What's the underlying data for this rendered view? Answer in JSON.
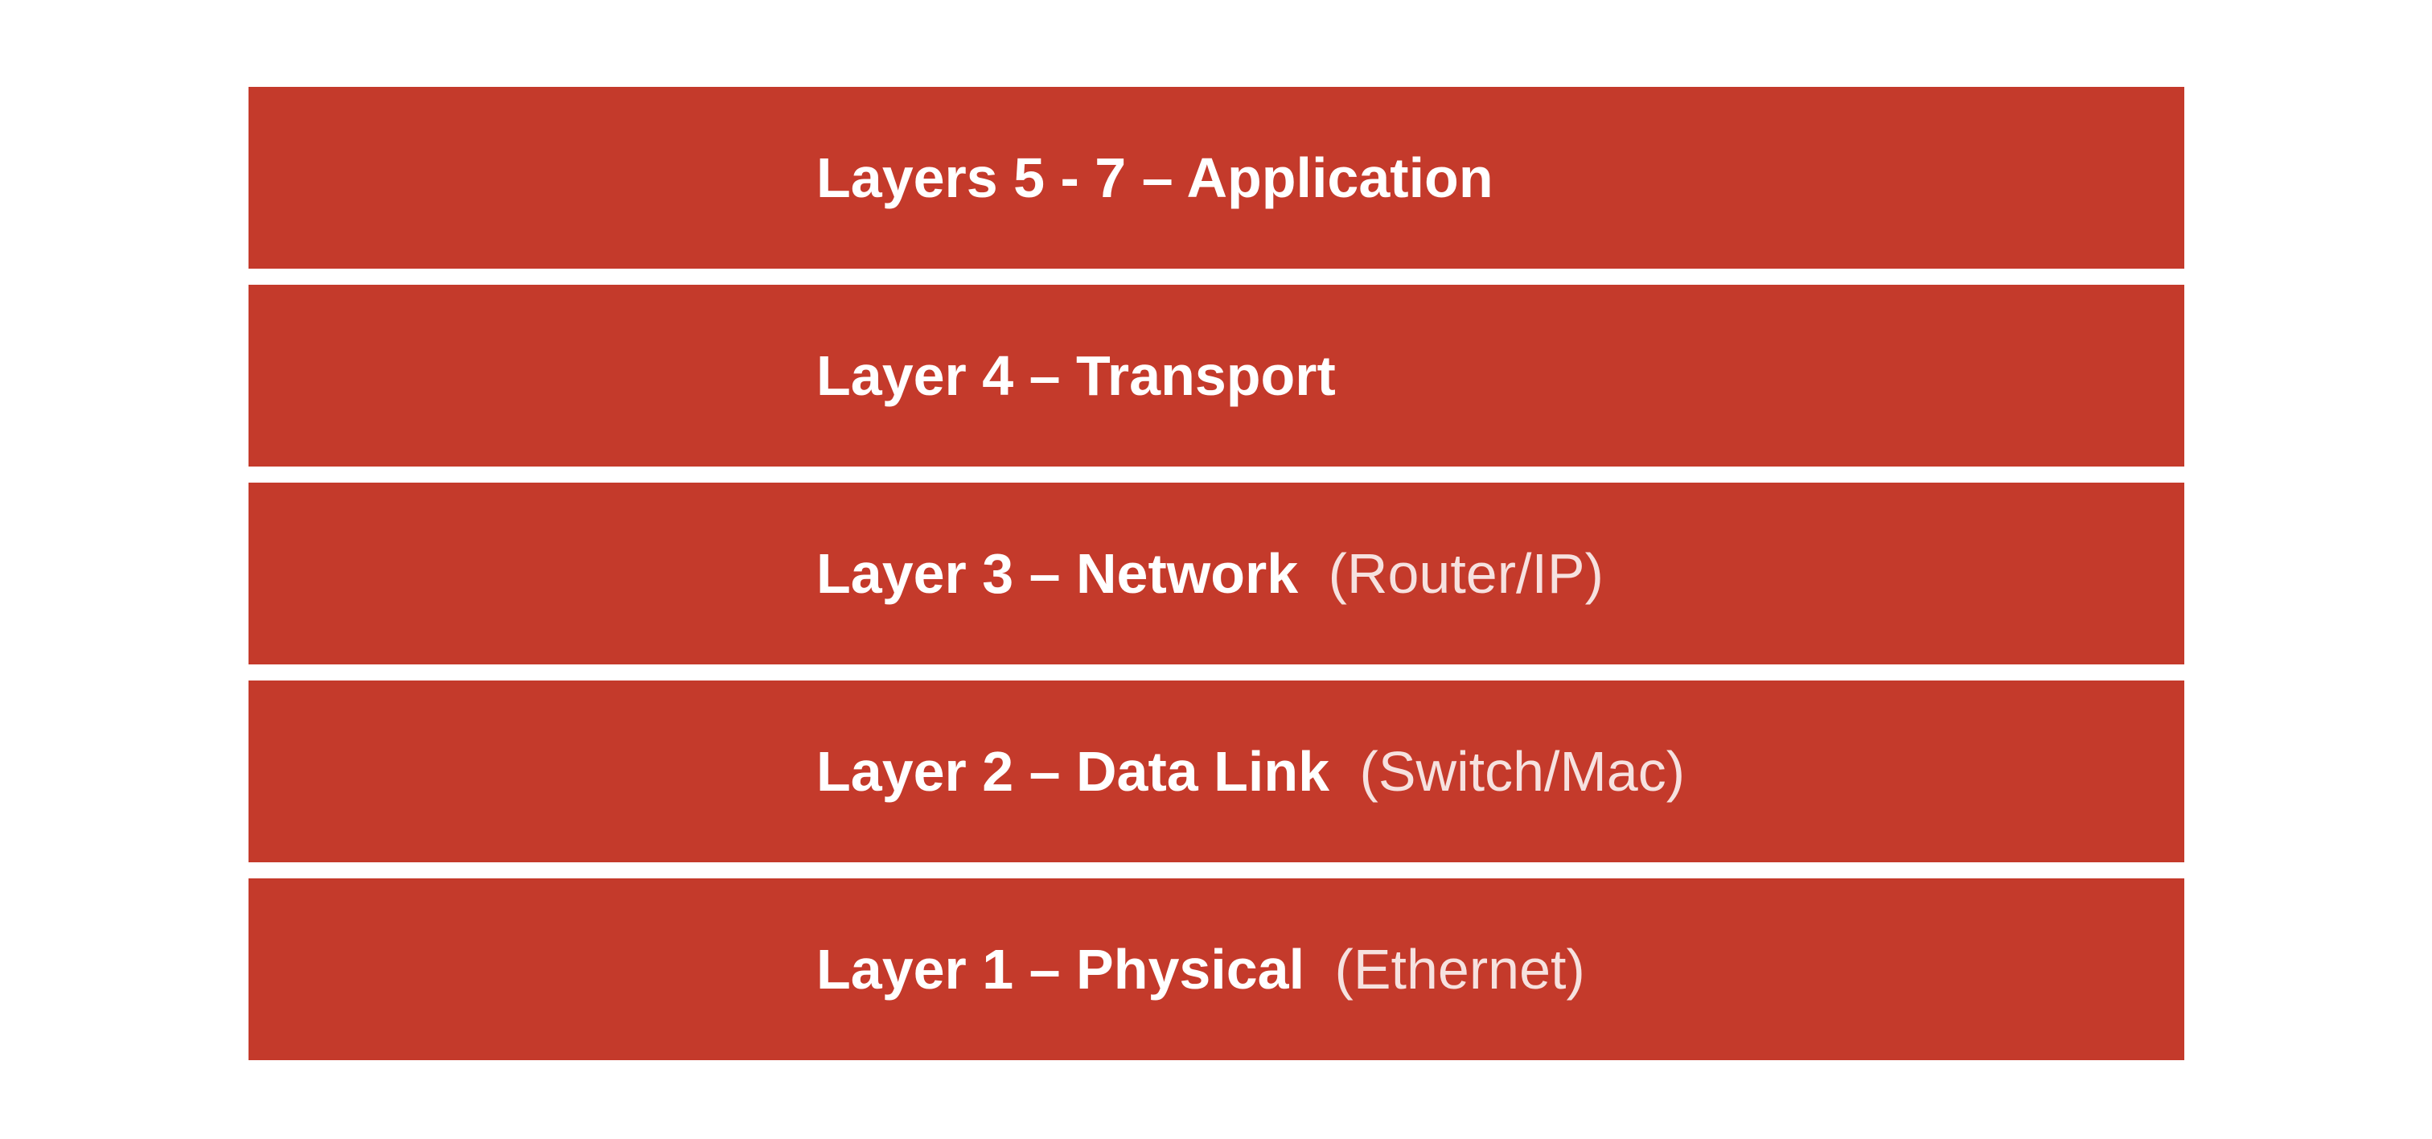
{
  "colors": {
    "background": "#FFFFFF",
    "bar": "#C43A2B",
    "text": "#FFFFFF",
    "text_secondary": "rgba(255,255,255,0.85)"
  },
  "diagram": {
    "subject": "OSI network layers stack"
  },
  "layers": [
    {
      "title": "Layers 5 - 7 – Application",
      "annotation": ""
    },
    {
      "title": "Layer 4 – Transport",
      "annotation": ""
    },
    {
      "title": "Layer 3 – Network",
      "annotation": "(Router/IP)"
    },
    {
      "title": "Layer 2 – Data Link",
      "annotation": "(Switch/Mac)"
    },
    {
      "title": "Layer 1 – Physical",
      "annotation": "(Ethernet)"
    }
  ]
}
